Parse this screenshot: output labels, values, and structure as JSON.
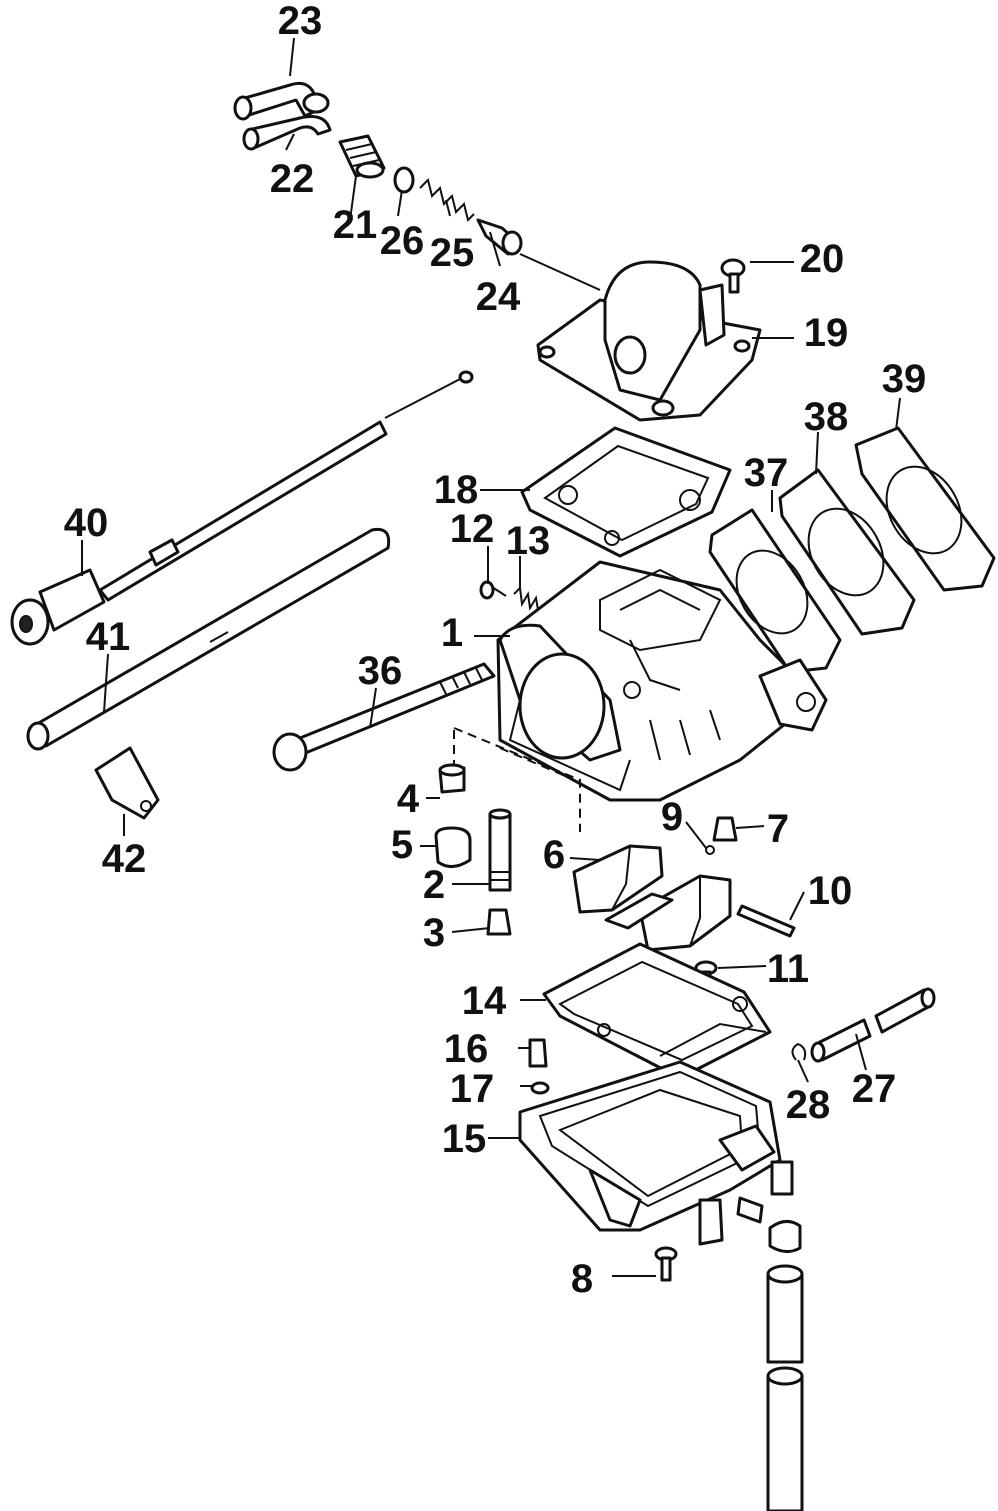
{
  "diagram": {
    "callouts": {
      "p1": "1",
      "p2": "2",
      "p3": "3",
      "p4": "4",
      "p5": "5",
      "p6": "6",
      "p7": "7",
      "p8": "8",
      "p9": "9",
      "p10": "10",
      "p11": "11",
      "p12": "12",
      "p13": "13",
      "p14": "14",
      "p15": "15",
      "p16": "16",
      "p17": "17",
      "p18": "18",
      "p19": "19",
      "p20": "20",
      "p21": "21",
      "p22": "22",
      "p23": "23",
      "p24": "24",
      "p25": "25",
      "p26": "26",
      "p27": "27",
      "p28": "28",
      "p36": "36",
      "p37": "37",
      "p38": "38",
      "p39": "39",
      "p40": "40",
      "p41": "41",
      "p42": "42"
    }
  }
}
